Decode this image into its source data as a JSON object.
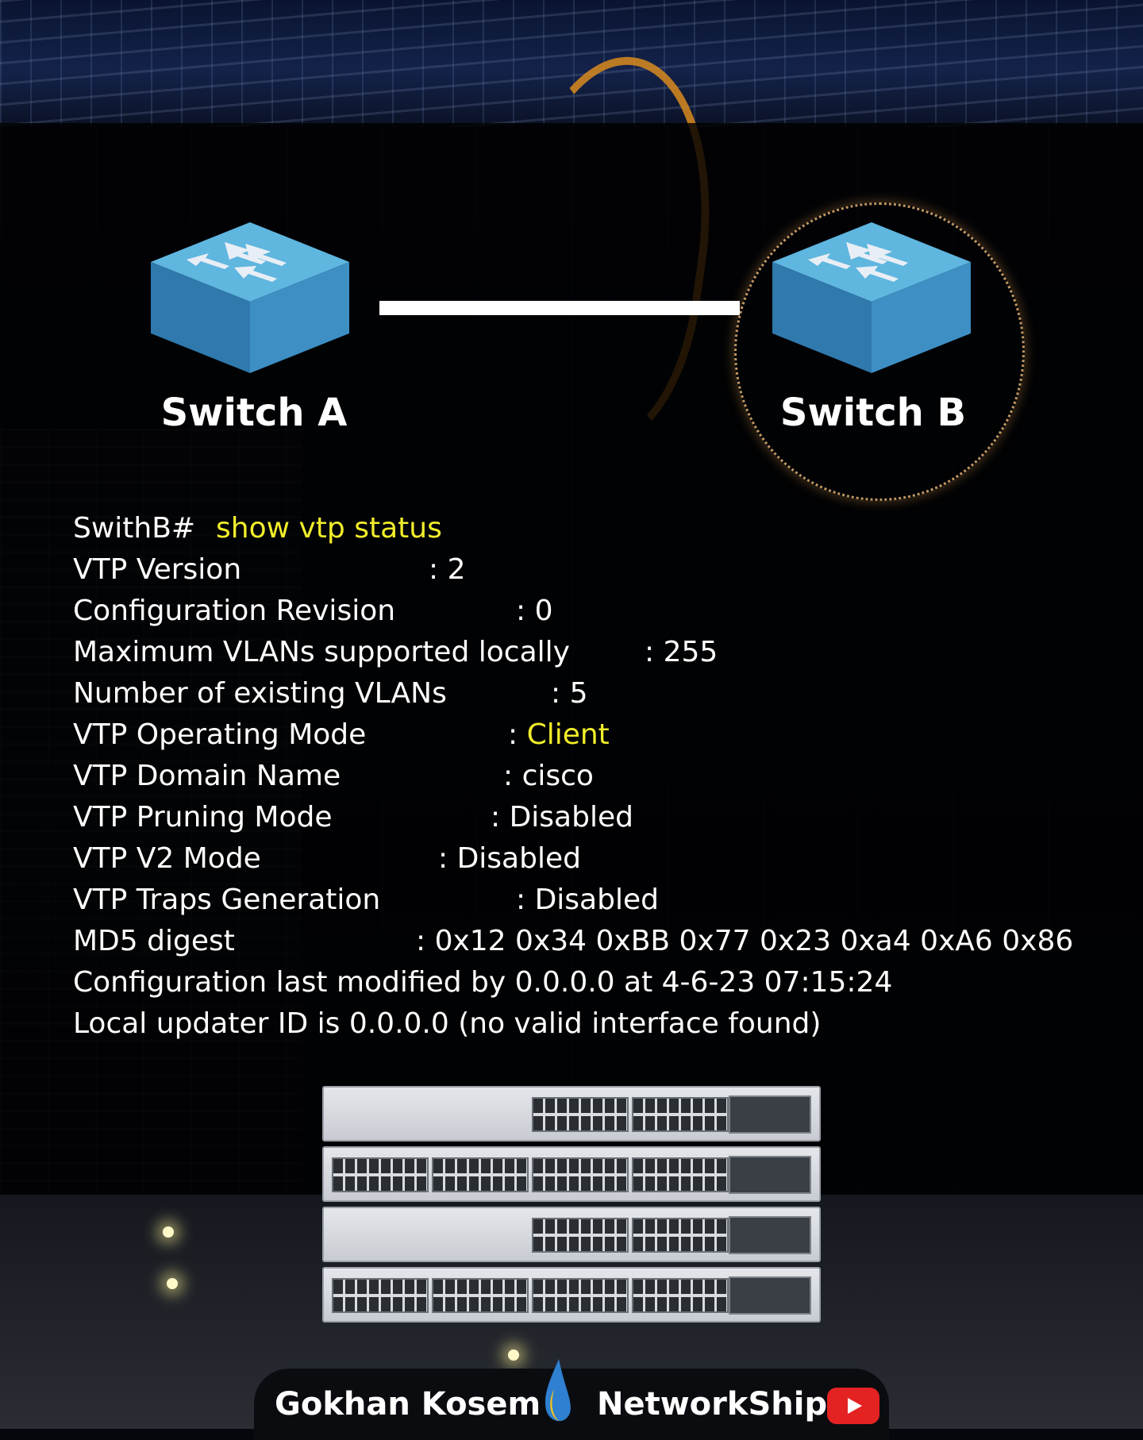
{
  "diagram": {
    "switch_a": {
      "label": "Switch A",
      "icon": "network-switch-icon"
    },
    "switch_b": {
      "label": "Switch B",
      "icon": "network-switch-icon"
    }
  },
  "terminal": {
    "prompt": "SwithB#",
    "command": "show vtp status",
    "highlight_color": "#f2ee2b",
    "rows": [
      {
        "label": "VTP Version",
        "value": ": 2"
      },
      {
        "label": "Configuration Revision",
        "value": ": 0"
      },
      {
        "label": "Maximum VLANs supported locally",
        "value": ": 255"
      },
      {
        "label": "Number of existing VLANs",
        "value": ": 5"
      },
      {
        "label": "VTP Operating Mode",
        "value_prefix": ": ",
        "value_highlight": "Client"
      },
      {
        "label": "VTP Domain Name",
        "value": ": cisco"
      },
      {
        "label": "VTP Pruning Mode",
        "value": ": Disabled"
      },
      {
        "label": "VTP V2 Mode",
        "value": ": Disabled"
      },
      {
        "label": "VTP Traps Generation",
        "value": ": Disabled"
      },
      {
        "label": "MD5 digest",
        "value": ": 0x12 0x34 0xBB 0x77 0x23 0xa4 0xA6 0x86"
      }
    ],
    "last_modified": "Configuration last modified by 0.0.0.0 at 4-6-23 07:15:24",
    "local_updater": "Local updater ID is 0.0.0.0 (no valid interface found)"
  },
  "footer": {
    "author": "Gokhan Kosem",
    "brand": "NetworkShip",
    "logo_icon": "water-drop-icon",
    "youtube_icon": "youtube-play-icon"
  }
}
